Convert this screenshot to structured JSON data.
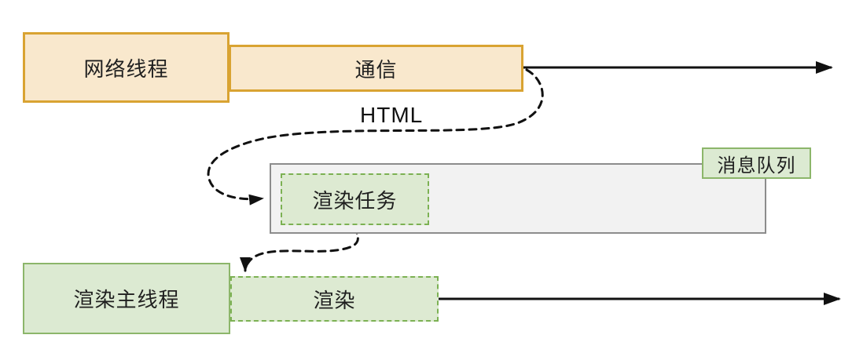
{
  "diagram": {
    "title": "browser-render-message-queue-flow",
    "nodes": {
      "network_thread": {
        "label": "网络线程"
      },
      "communication": {
        "label": "通信"
      },
      "message_queue": {
        "label": "消息队列"
      },
      "render_task": {
        "label": "渲染任务"
      },
      "render_main_thread": {
        "label": "渲染主线程"
      },
      "render": {
        "label": "渲染"
      }
    },
    "annotations": {
      "html_payload": {
        "label": "HTML"
      }
    },
    "edges": [
      {
        "from": "communication",
        "to": "timeline-right",
        "style": "solid-arrow"
      },
      {
        "from": "communication",
        "to": "render_task",
        "style": "dashed-arrow",
        "label": "HTML"
      },
      {
        "from": "render_task",
        "to": "render",
        "style": "dashed-arrow"
      },
      {
        "from": "render",
        "to": "timeline-right",
        "style": "solid-arrow"
      }
    ],
    "colors": {
      "orange_border": "#d9a332",
      "orange_fill": "#f9e8cd",
      "green_border": "#8cb66a",
      "green_dashed_border": "#7cb153",
      "green_fill": "#dcead2",
      "gray_border": "#8c8c8c",
      "gray_fill": "#f2f2f2",
      "arrow": "#111111",
      "text": "#1f1f1f",
      "background": "#ffffff"
    }
  }
}
